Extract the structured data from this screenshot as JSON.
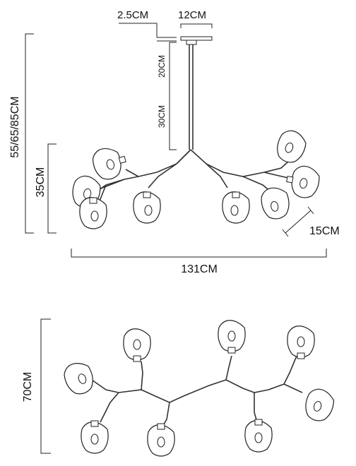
{
  "labels": {
    "canopy_gap": "2.5CM",
    "canopy_width": "12CM",
    "rod_short": "20CM",
    "rod_long": "30CM",
    "total_height": "55/65/85CM",
    "body_height": "35CM",
    "shade_size": "15CM",
    "total_width": "131CM",
    "top_depth": "70CM"
  },
  "colors": {
    "line": "#222222",
    "glass_fill": "#ffffff"
  }
}
